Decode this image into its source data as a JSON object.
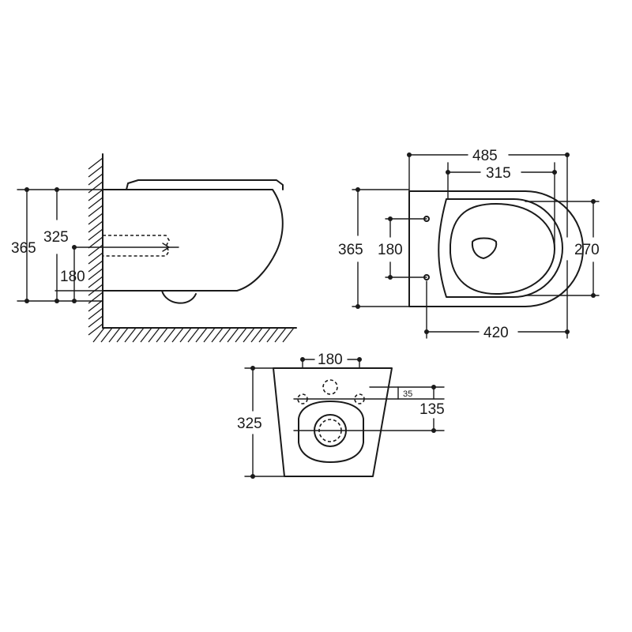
{
  "side_view": {
    "dim_overall_height": "365",
    "dim_inlet_height": "325",
    "dim_outlet_height": "180"
  },
  "top_view": {
    "dim_overall_length": "485",
    "dim_seat_length": "315",
    "dim_overall_width": "365",
    "dim_fixing_holes": "180",
    "dim_seat_width": "270",
    "dim_projection": "420"
  },
  "rear_view": {
    "dim_fixing_spacing": "180",
    "dim_hole_offset": "35",
    "dim_outlet_offset": "135",
    "dim_height": "325"
  }
}
